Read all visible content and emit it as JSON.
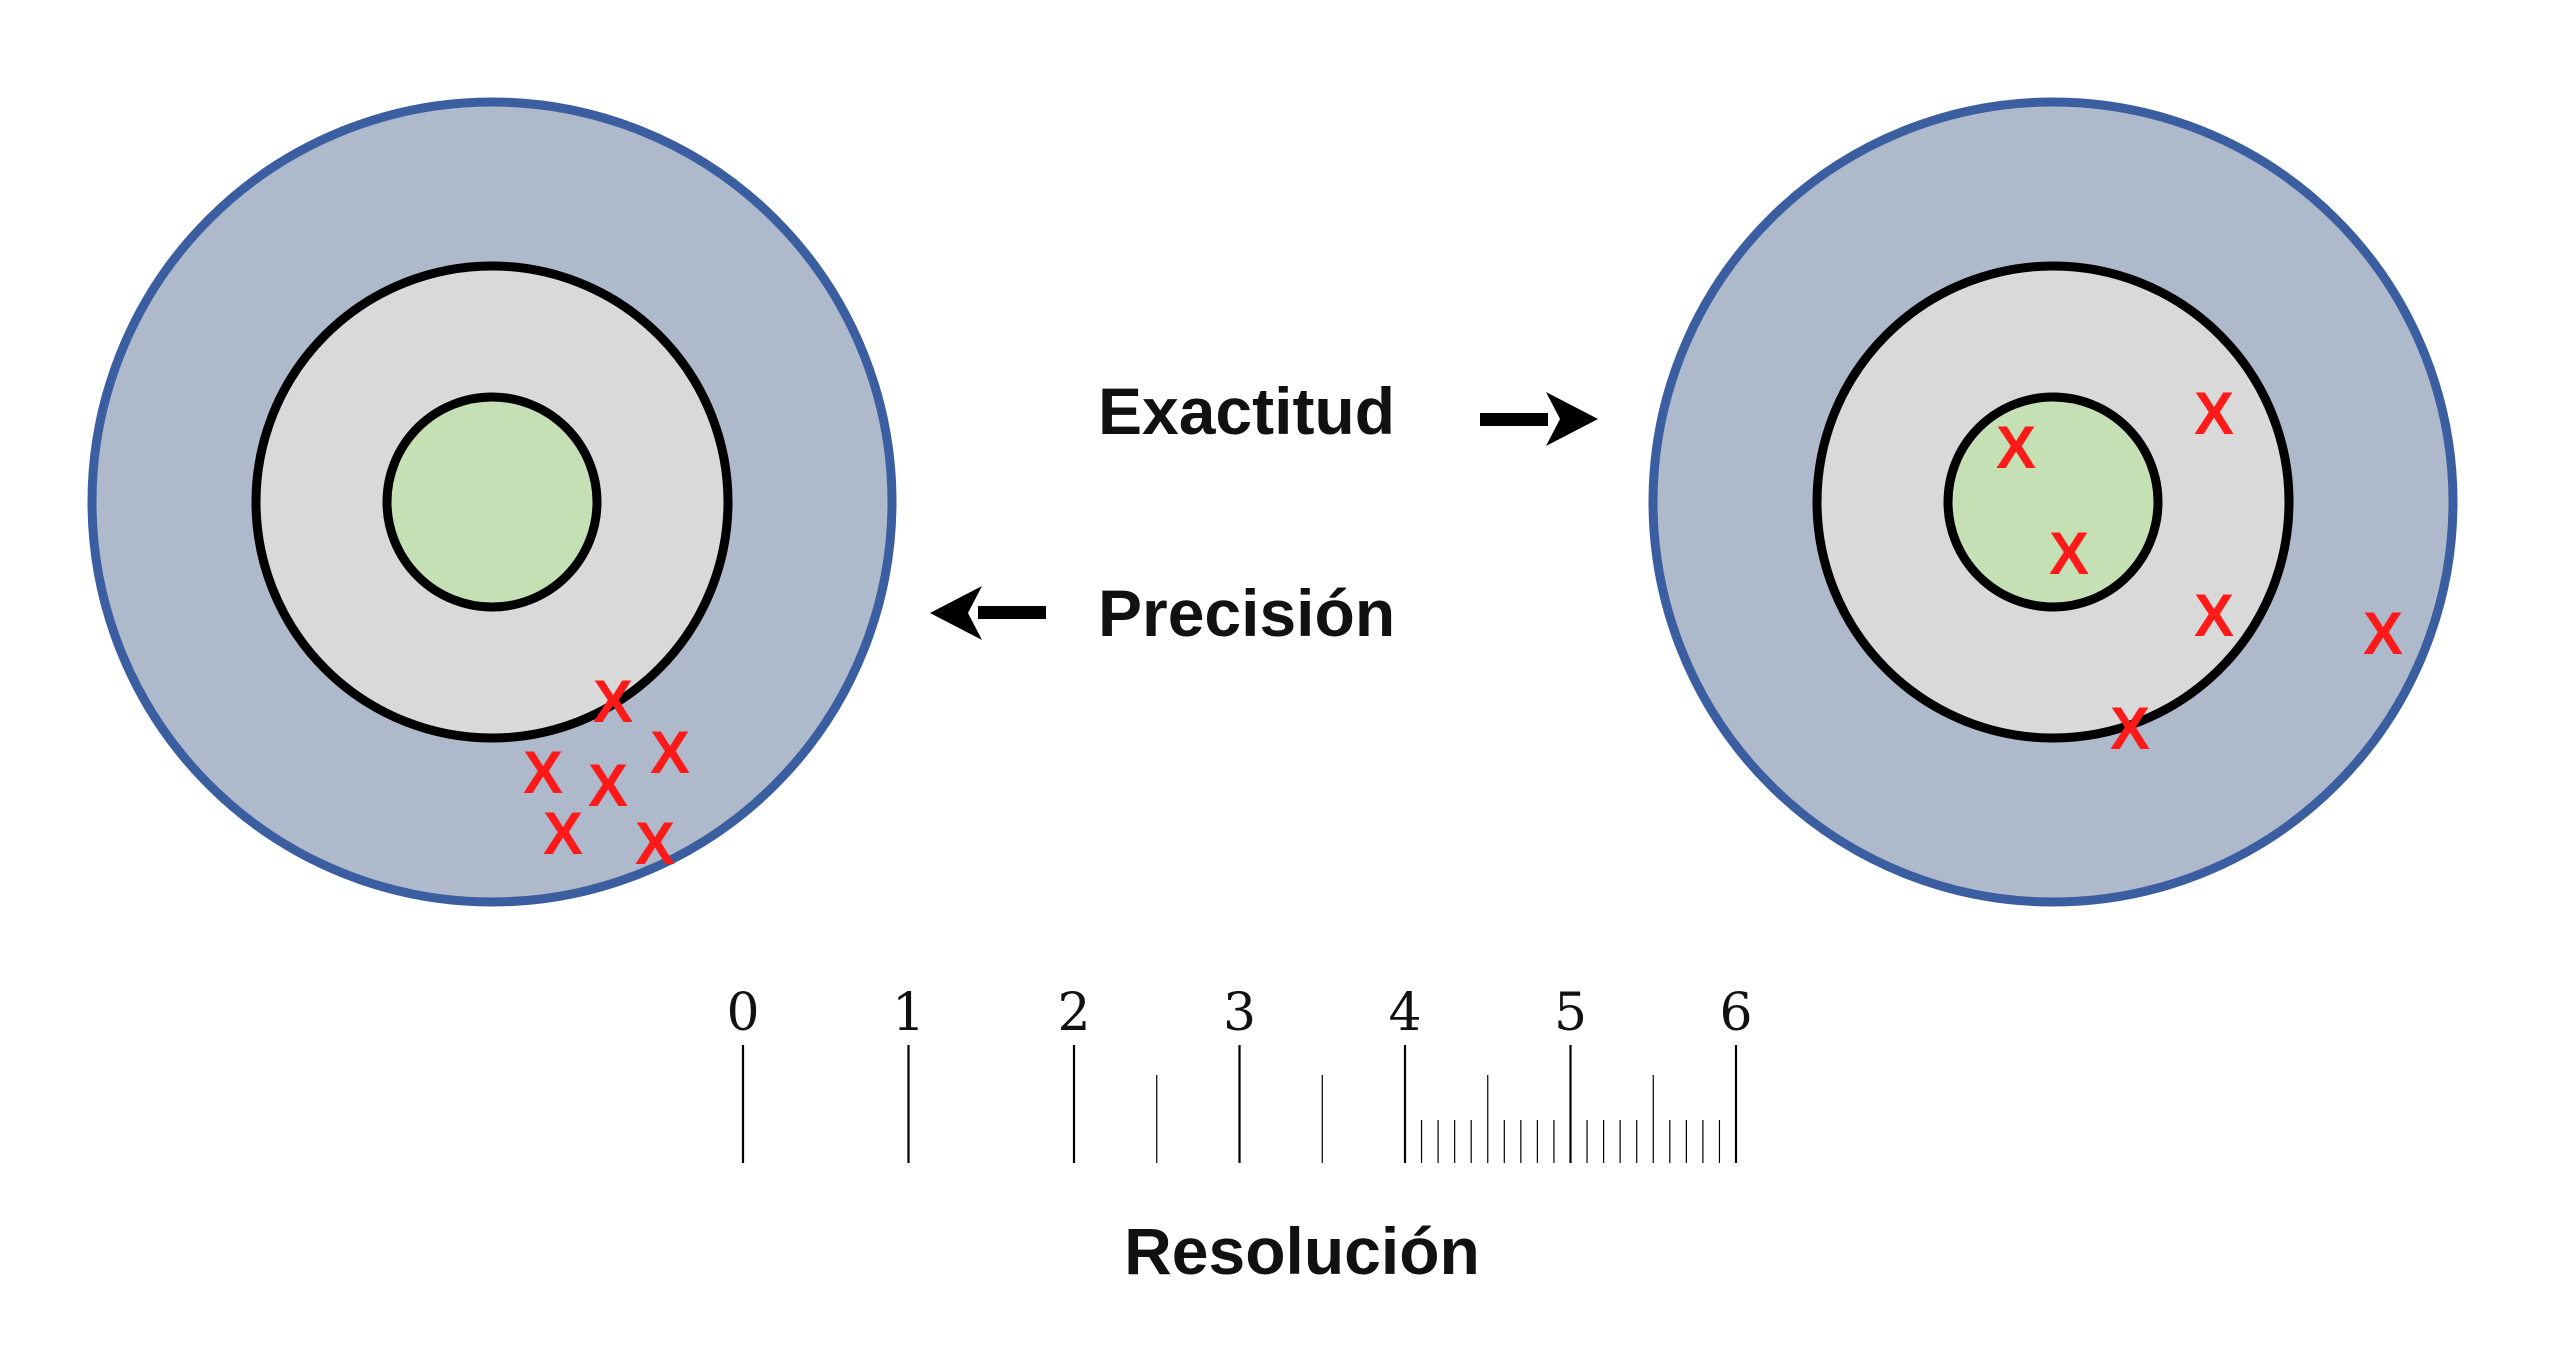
{
  "labels": {
    "accuracy": "Exactitud",
    "precision": "Precisión",
    "resolution": "Resolución"
  },
  "colors": {
    "outer_ring": "#aeb9cb",
    "outer_stroke": "#3b5ea1",
    "middle_ring": "#d9d9d9",
    "bullseye": "#c4e0b4",
    "ring_stroke": "#000000",
    "marker": "#ff1a1a"
  },
  "targets": [
    {
      "name": "precise-target",
      "markers": [
        "X",
        "X",
        "X",
        "X",
        "X",
        "X"
      ]
    },
    {
      "name": "accurate-target",
      "markers": [
        "X",
        "X",
        "X",
        "X",
        "X",
        "X"
      ]
    }
  ],
  "scale": {
    "labels": [
      "0",
      "1",
      "2",
      "3",
      "4",
      "5",
      "6"
    ],
    "min": 0,
    "max": 6
  }
}
